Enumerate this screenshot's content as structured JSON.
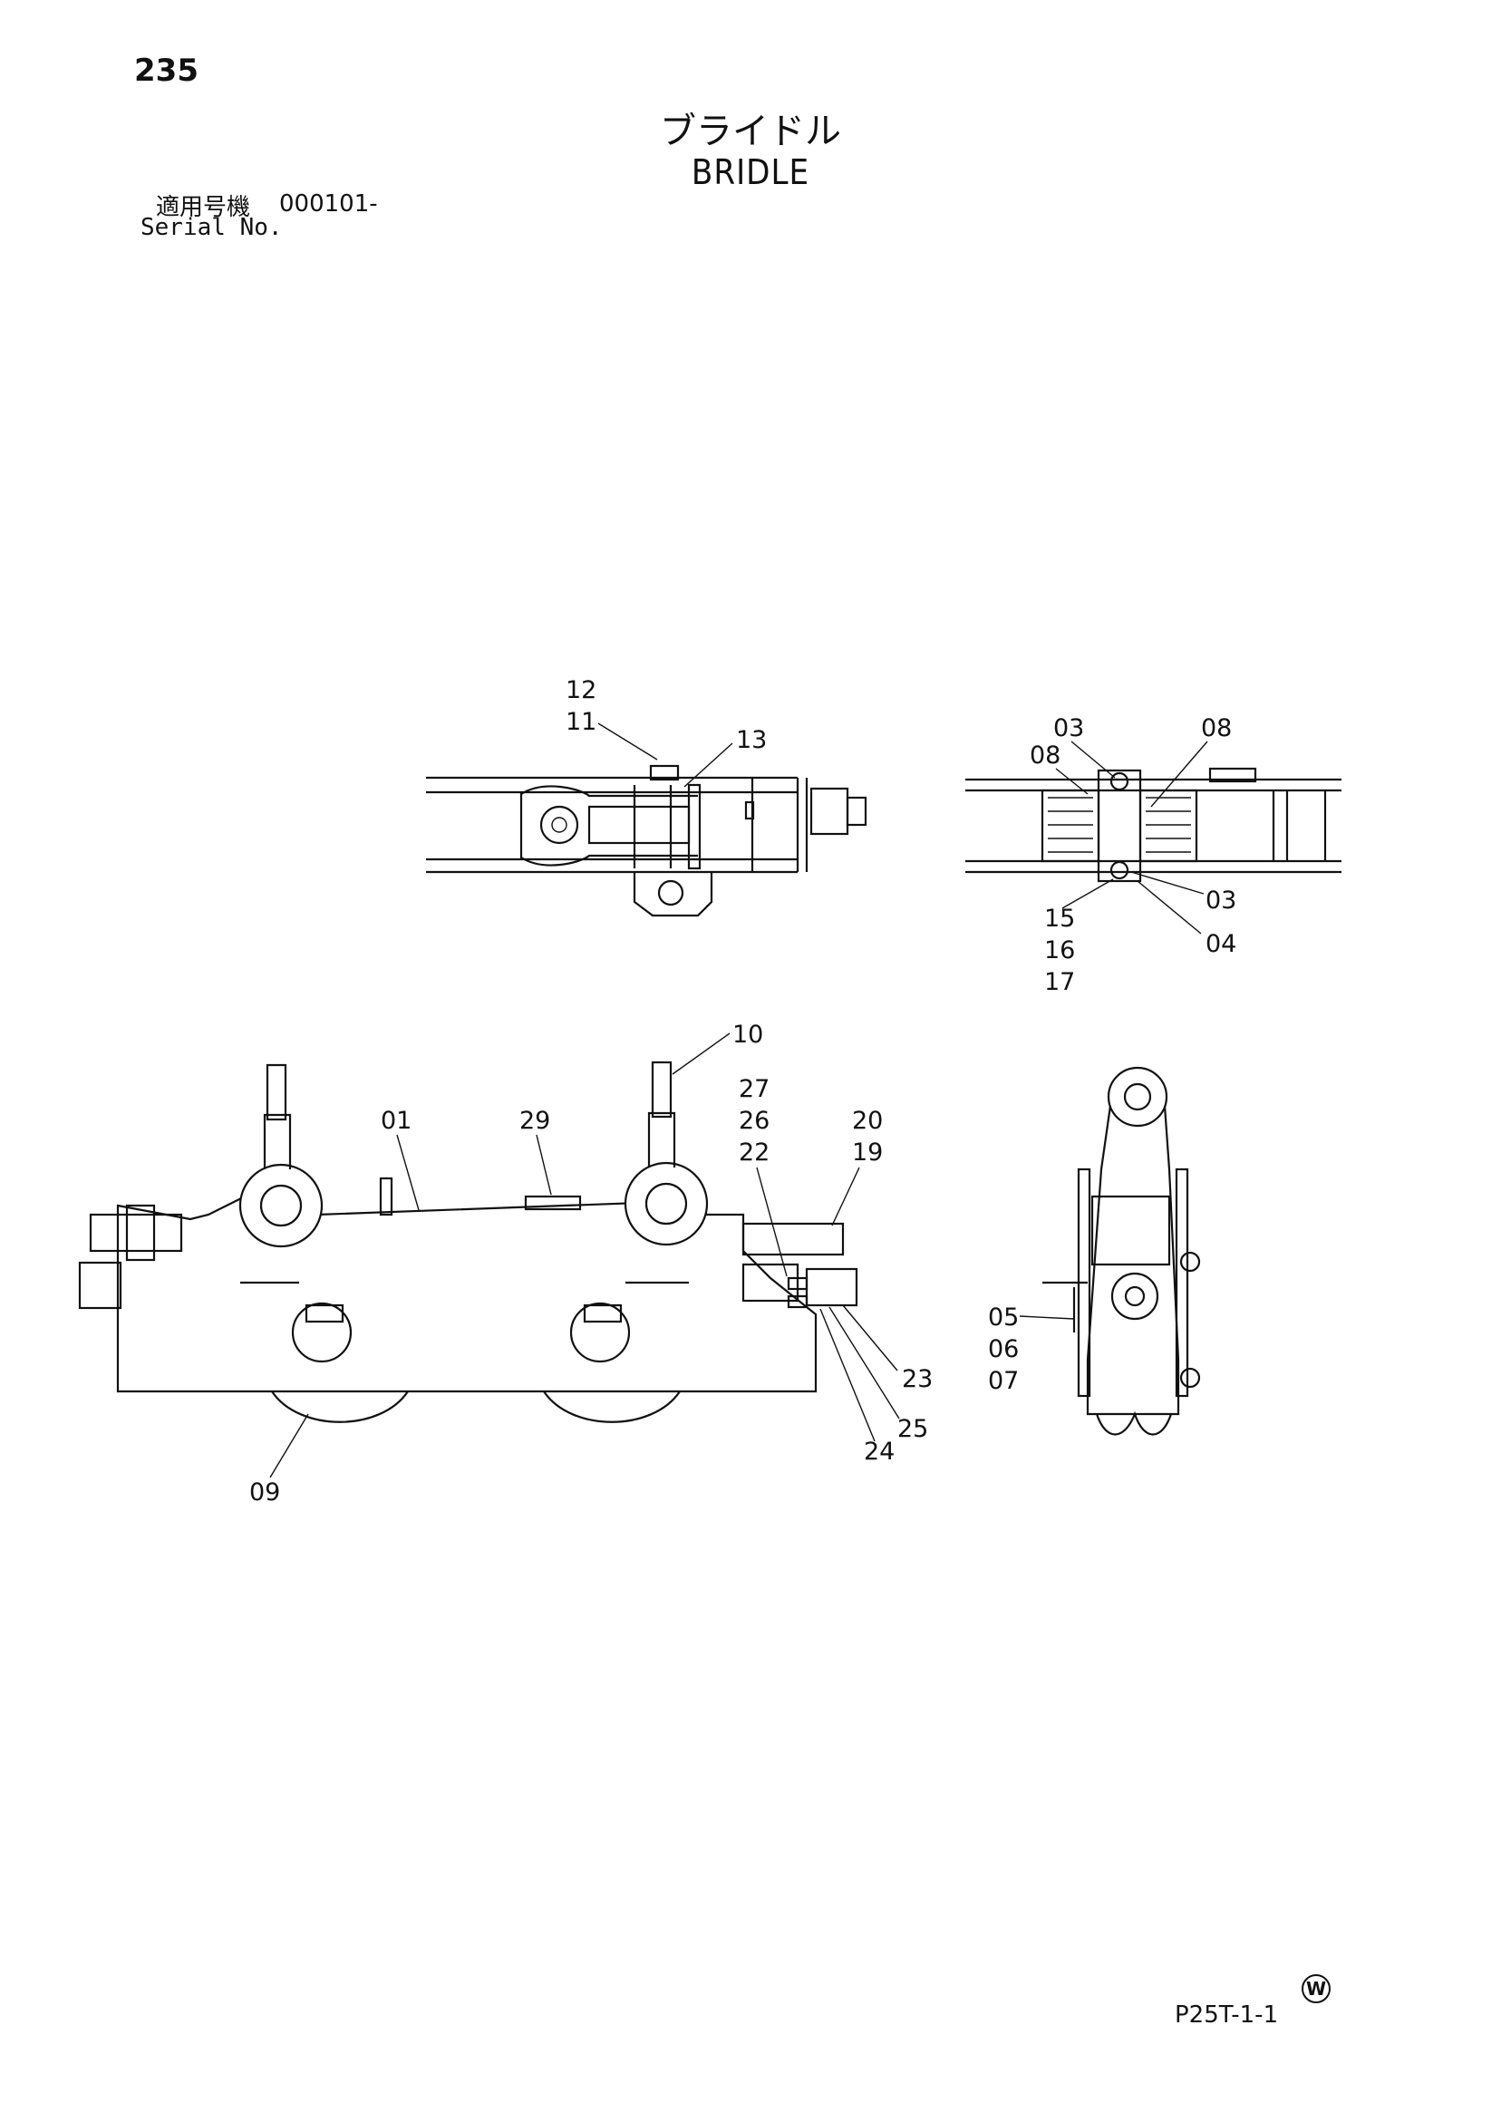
{
  "page": {
    "number": "235",
    "title_jp": "ブライドル",
    "title_en": "BRIDLE",
    "serial_label_jp": "適用号機",
    "serial_value": "000101-",
    "serial_label_en": "Serial No.",
    "drawing_code": "P25T-1-1",
    "w_mark": "W"
  },
  "callouts": {
    "top_view": [
      "12",
      "11",
      "13"
    ],
    "end_top_view": [
      "03",
      "08",
      "08",
      "03",
      "15",
      "16",
      "17",
      "04"
    ],
    "side_view": [
      "10",
      "01",
      "29",
      "27",
      "26",
      "22",
      "20",
      "19",
      "23",
      "25",
      "24",
      "09"
    ],
    "end_view": [
      "05",
      "06",
      "07"
    ]
  }
}
